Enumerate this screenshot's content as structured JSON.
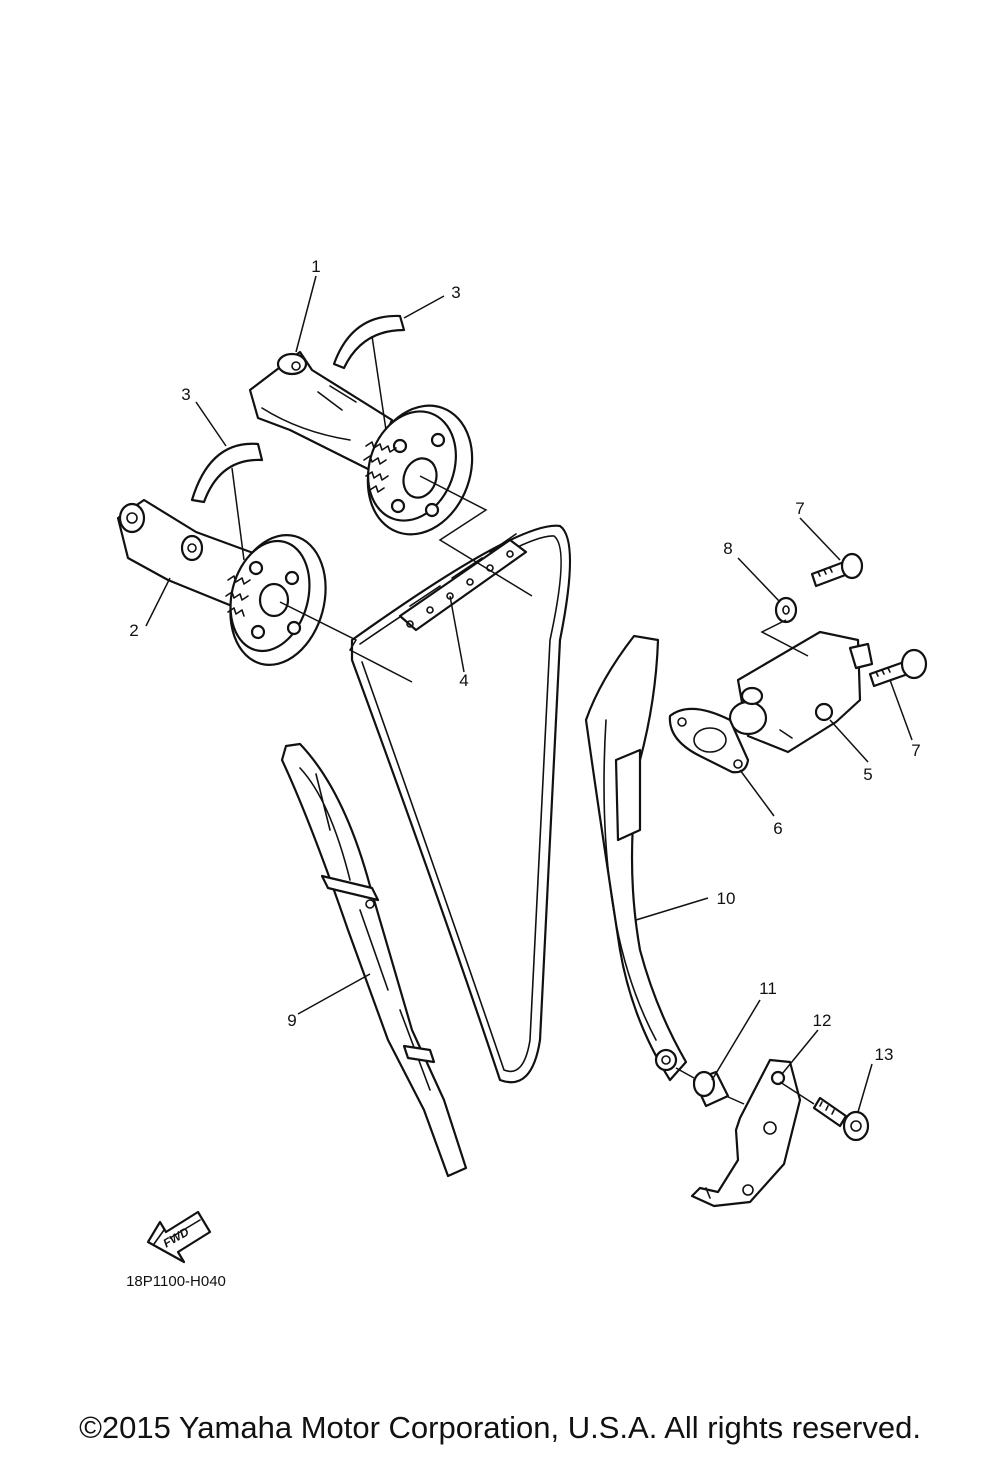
{
  "callouts": {
    "c1": "1",
    "c2": "2",
    "c3a": "3",
    "c3b": "3",
    "c4": "4",
    "c5": "5",
    "c6": "6",
    "c7a": "7",
    "c7b": "7",
    "c8": "8",
    "c9": "9",
    "c10": "10",
    "c11": "11",
    "c12": "12",
    "c13": "13"
  },
  "fwd_label": "FWD",
  "diagram_code": "18P1100-H040",
  "copyright": "©2015 Yamaha Motor Corporation, U.S.A. All rights reserved."
}
